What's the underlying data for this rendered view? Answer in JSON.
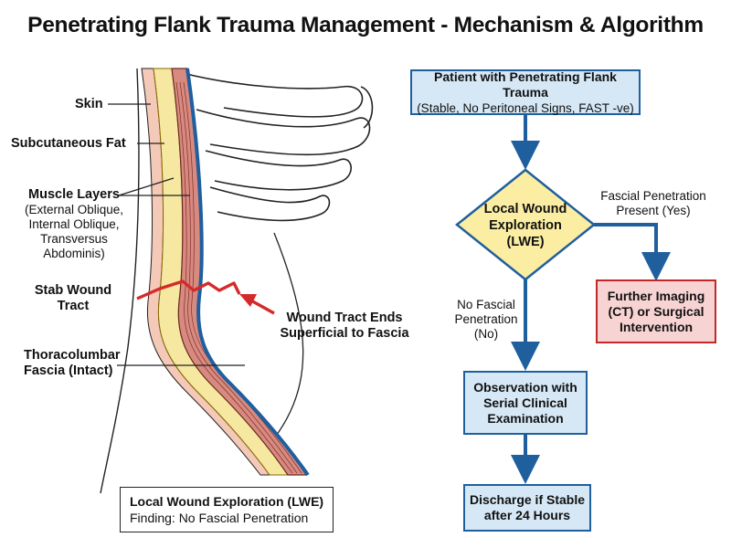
{
  "title": "Penetrating Flank Trauma Management - Mechanism & Algorithm",
  "anatomy_labels": {
    "skin": "Skin",
    "fat": "Subcutaneous Fat",
    "muscle": "Muscle Layers",
    "muscle_detail": [
      "(External Oblique,",
      "Internal Oblique,",
      "Transversus",
      "Abdominis)"
    ],
    "stab_1": "Stab Wound",
    "stab_2": "Tract",
    "fascia_1": "Thoracolumbar",
    "fascia_2": "Fascia (Intact)",
    "tract_end_1": "Wound Tract Ends",
    "tract_end_2": "Superficial to Fascia"
  },
  "finding_box": {
    "line1": "Local Wound Exploration (LWE)",
    "line2": "Finding: No Fascial Penetration"
  },
  "flow": {
    "start": {
      "line1": "Patient with Penetrating Flank Trauma",
      "line2": "(Stable, No Peritoneal Signs, FAST -ve)"
    },
    "decision": [
      "Local Wound",
      "Exploration",
      "(LWE)"
    ],
    "yes_label": [
      "Fascial Penetration",
      "Present (Yes)"
    ],
    "no_label": [
      "No Fascial",
      "Penetration",
      "(No)"
    ],
    "further": [
      "Further Imaging",
      "(CT) or Surgical",
      "Intervention"
    ],
    "observe": [
      "Observation with",
      "Serial Clinical",
      "Examination"
    ],
    "discharge": [
      "Discharge if Stable",
      "after 24 Hours"
    ]
  },
  "colors": {
    "blue": "#1f5f9e",
    "blue_fill": "#d6e8f6",
    "red": "#c0282a",
    "red_fill": "#f8d3d3",
    "diamond_fill": "#fbeea3",
    "fat": "#f6e7a1",
    "muscle": "#d88a80",
    "wound": "#d42a2a"
  }
}
